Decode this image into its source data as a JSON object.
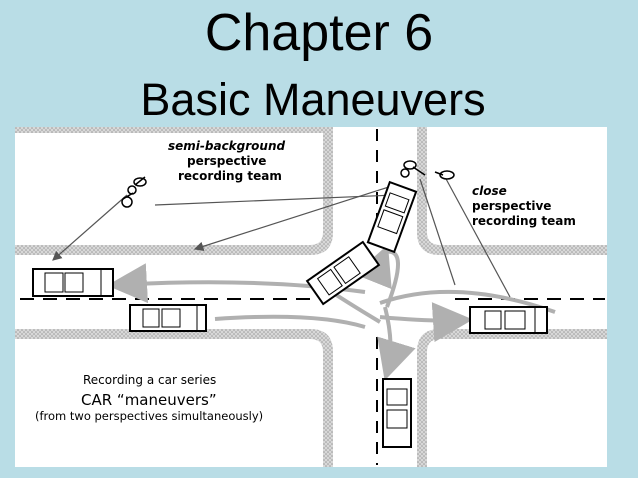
{
  "slide": {
    "title": "Chapter 6",
    "subtitle": "Basic Maneuvers"
  },
  "diagram": {
    "label_semi_line1": "semi-background",
    "label_semi_line2": "perspective",
    "label_semi_line3": "recording team",
    "label_close_line1": "close",
    "label_close_line2": "perspective",
    "label_close_line3": "recording team",
    "caption_line1": "Recording a car series",
    "caption_line2": "CAR “maneuvers”",
    "caption_line3": "(from two perspectives simultaneously)"
  },
  "colors": {
    "background": "#b9dde6",
    "panel": "#ffffff",
    "curb": "#c9c9c9",
    "arrow": "#b0b0b0",
    "sight_line": "#555555"
  }
}
